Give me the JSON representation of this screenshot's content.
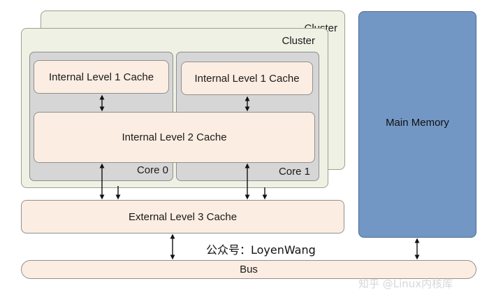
{
  "cluster_back": {
    "label": "Cluster"
  },
  "cluster_front": {
    "label": "Cluster"
  },
  "core0": {
    "label": "Core 0",
    "l1": "Internal Level 1 Cache"
  },
  "core1": {
    "label": "Core 1",
    "l1": "Internal Level 1 Cache"
  },
  "l2": {
    "label": "Internal Level 2 Cache"
  },
  "l3": {
    "label": "External Level 3 Cache"
  },
  "memory": {
    "label": "Main Memory"
  },
  "bus": {
    "label": "Bus"
  },
  "watermark": {
    "author": "公众号：LoyenWang",
    "site": "知乎 @Linux内核库"
  },
  "colors": {
    "cluster_fill": "#eef1e4",
    "core_fill": "#d6d6d6",
    "cache_fill": "#fcede2",
    "memory_fill": "#7397c4"
  }
}
